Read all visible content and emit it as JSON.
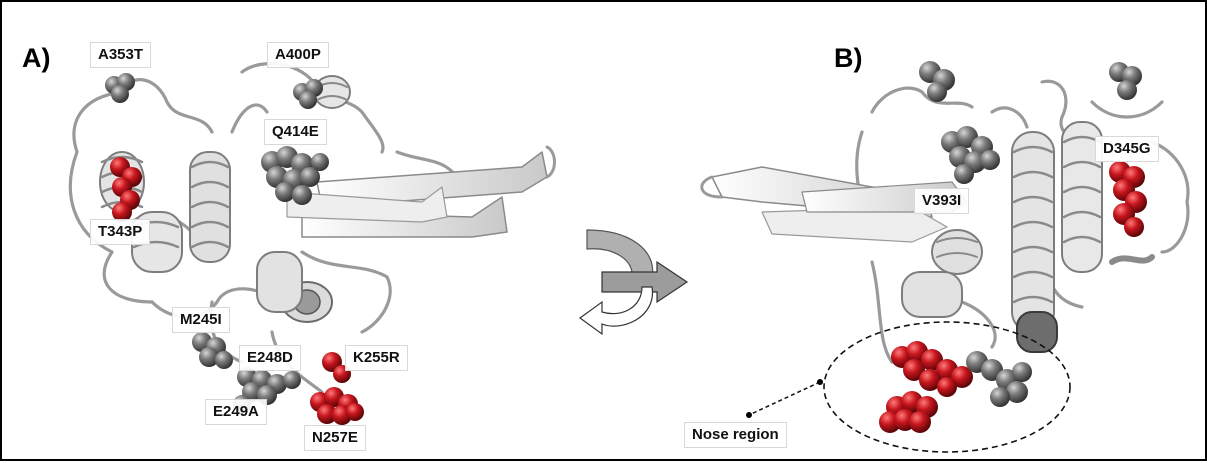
{
  "panels": {
    "a": {
      "letter": "A)"
    },
    "b": {
      "letter": "B)"
    }
  },
  "labels_a": {
    "a353t": "A353T",
    "a400p": "A400P",
    "q414e": "Q414E",
    "t343p": "T343P",
    "m245i": "M245I",
    "e248d": "E248D",
    "k255r": "K255R",
    "e249a": "E249A",
    "n257e": "N257E"
  },
  "labels_b": {
    "d345g": "D345G",
    "v393i": "V393I",
    "nose": "Nose region"
  },
  "colors": {
    "ribbon": "#e3e3e3",
    "ribbon_edge": "#7d7d7d",
    "atom_red": "#b3151c",
    "atom_grey": "#6e6e6e",
    "arrow": "#a9a9a9"
  }
}
